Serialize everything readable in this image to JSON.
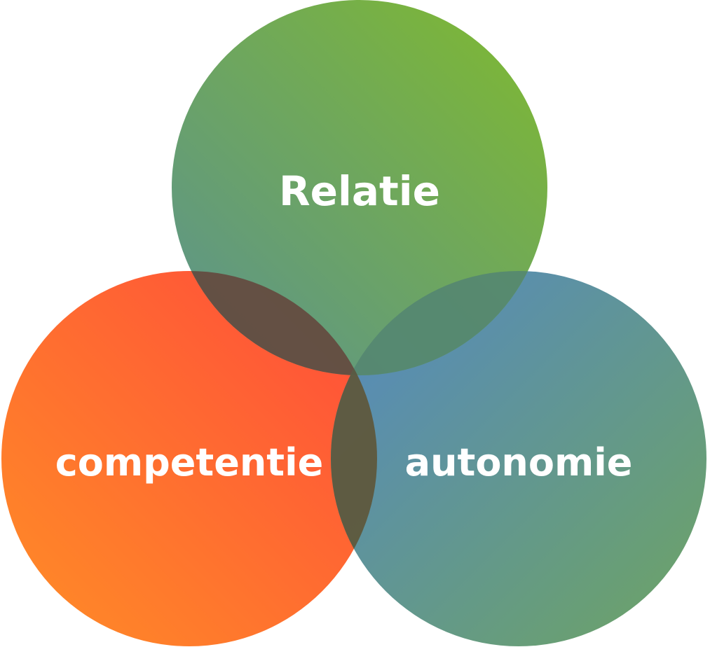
{
  "diagram": {
    "type": "venn",
    "sets": [
      {
        "id": "relatie",
        "label": "Relatie",
        "colors": {
          "start": "#80BA2E",
          "end": "#5B9290"
        }
      },
      {
        "id": "competentie",
        "label": "competentie",
        "colors": {
          "start": "#FF4A3B",
          "end": "#FF8E26"
        }
      },
      {
        "id": "autonomie",
        "label": "autonomie",
        "colors": {
          "start": "#5488C4",
          "end": "#6EA462"
        }
      }
    ],
    "overlap_colors": {
      "relatie_competentie": "#644A3F",
      "relatie_autonomie": "#548671",
      "competentie_autonomie": "#5E573A",
      "all": "#5A5A43"
    }
  }
}
